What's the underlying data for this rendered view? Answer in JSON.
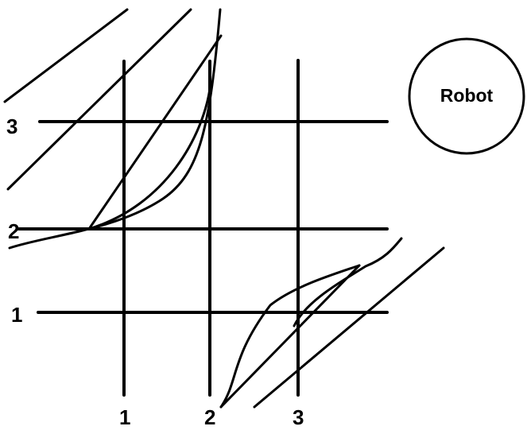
{
  "diagram": {
    "robot_label": "Robot",
    "vertical_labels": [
      "1",
      "2",
      "3"
    ],
    "horizontal_labels": [
      "1",
      "2",
      "3"
    ],
    "colors": {
      "ink": "#000000",
      "background": "#ffffff"
    }
  }
}
